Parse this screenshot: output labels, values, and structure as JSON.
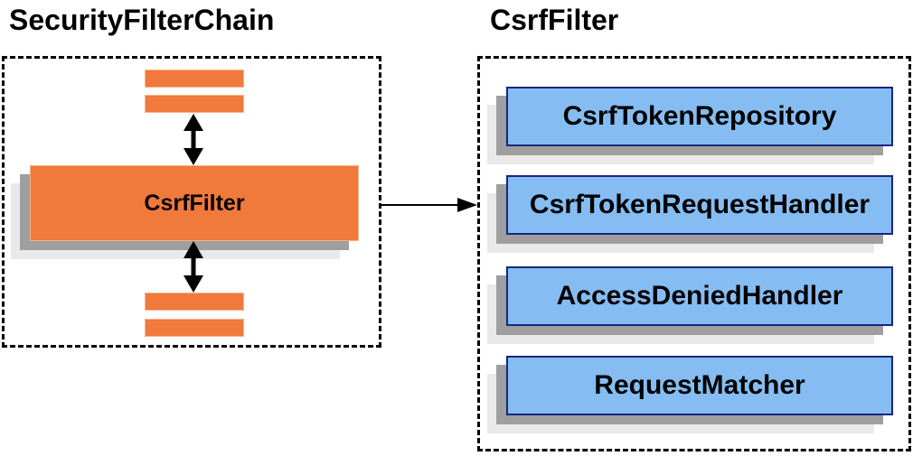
{
  "left_panel": {
    "title": "SecurityFilterChain",
    "filter_label": "CsrfFilter"
  },
  "right_panel": {
    "title": "CsrfFilter",
    "components": [
      {
        "label": "CsrfTokenRepository"
      },
      {
        "label": "CsrfTokenRequestHandler"
      },
      {
        "label": "AccessDeniedHandler"
      },
      {
        "label": "RequestMatcher"
      }
    ]
  },
  "icons": {
    "vertical_arrows": "bidirectional-arrow",
    "link_arrow": "right-arrow"
  },
  "colors": {
    "background": "#ffffff",
    "text": "#000000",
    "boundary_outline": "#000000",
    "orange_fill": "#f0793c",
    "orange_highlight_border": "#f9b289",
    "blue_fill": "#85bdf2",
    "blue_border": "#17267e",
    "shadow_dark": "#9f9f9f",
    "shadow_light": "#e9e9e9"
  }
}
